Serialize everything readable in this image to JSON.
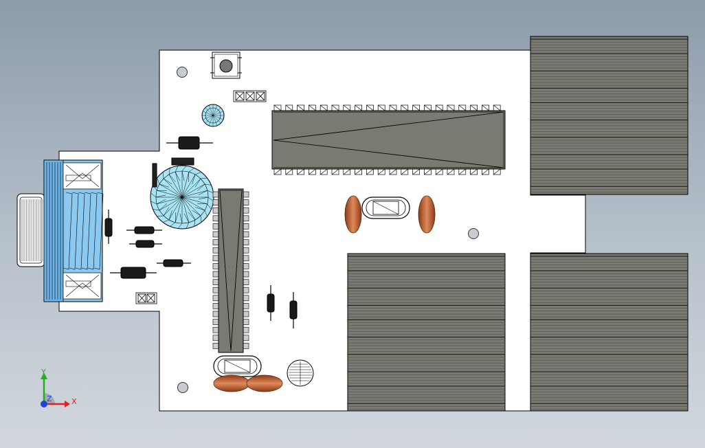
{
  "view": {
    "axes": {
      "x_label": "X",
      "y_label": "Y",
      "z_label": "Z"
    }
  },
  "colors": {
    "board": "#ffffff",
    "outline": "#000000",
    "heatsink": "#7a7a72",
    "chip": "#7a7a72",
    "connector": "#8cc8f0",
    "connector_dark": "#4a90c8",
    "capacitor": "#c8683a",
    "cyan": "#a8e4f4",
    "axis_x": "#e02020",
    "axis_y": "#20b020",
    "axis_z": "#2040e0"
  },
  "icons": [
    "axis-triad-icon"
  ]
}
